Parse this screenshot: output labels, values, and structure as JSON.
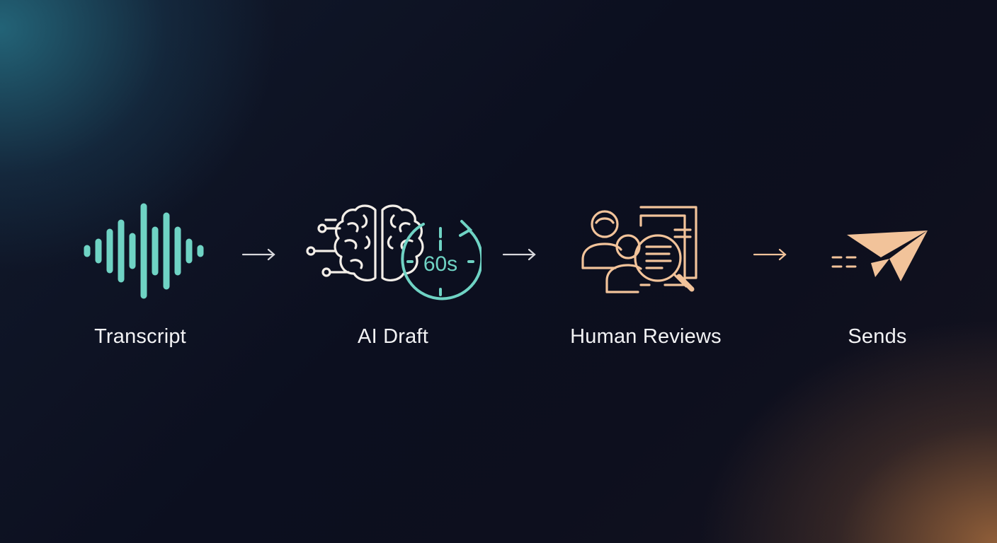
{
  "colors": {
    "teal": "#6fd3c4",
    "white_line": "#f3eee8",
    "peach": "#f2c39a",
    "label_text": "#f2f2f4",
    "arrow": "#d8d8dc"
  },
  "steps": [
    {
      "label": "Transcript",
      "icon": "waveform-icon"
    },
    {
      "label": "AI Draft",
      "icon": "brain-timer-icon",
      "timer_text": "60s"
    },
    {
      "label": "Human Reviews",
      "icon": "person-document-magnifier-icon"
    },
    {
      "label": "Sends",
      "icon": "paper-plane-icon"
    }
  ],
  "connectors": [
    "arrow-right-icon",
    "arrow-right-icon",
    "arrow-right-icon"
  ]
}
